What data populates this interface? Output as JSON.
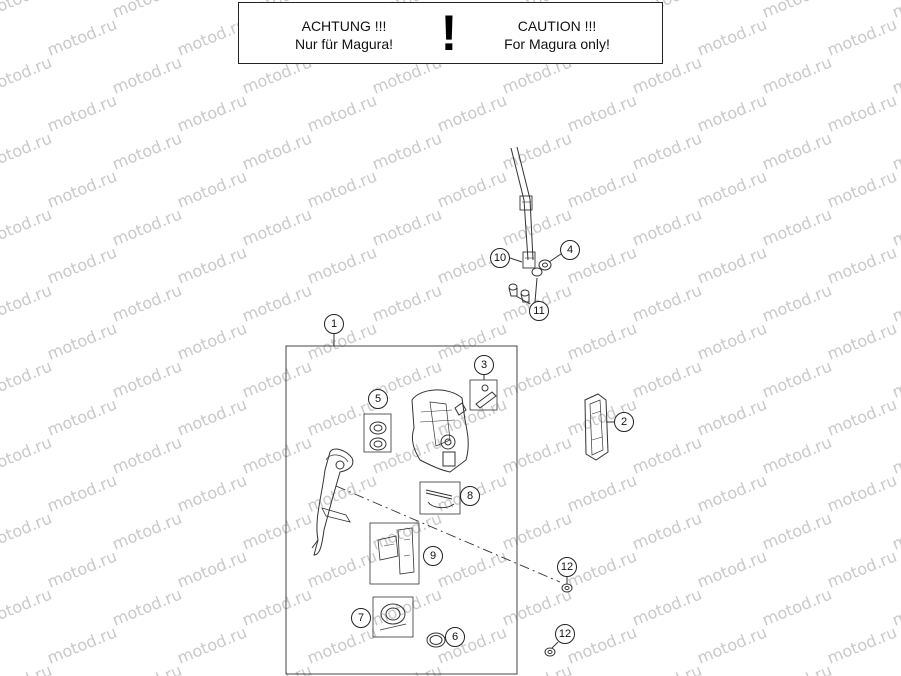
{
  "warning": {
    "de_title": "ACHTUNG !!!",
    "de_text": "Nur für Magura!",
    "symbol": "!",
    "en_title": "CAUTION !!!",
    "en_text": "For Magura only!"
  },
  "watermark": "motod.ru",
  "callouts": [
    {
      "id": "1",
      "label": "1"
    },
    {
      "id": "2",
      "label": "2"
    },
    {
      "id": "3",
      "label": "3"
    },
    {
      "id": "4",
      "label": "4"
    },
    {
      "id": "5",
      "label": "5"
    },
    {
      "id": "6",
      "label": "6"
    },
    {
      "id": "7",
      "label": "7"
    },
    {
      "id": "8",
      "label": "8"
    },
    {
      "id": "9",
      "label": "9"
    },
    {
      "id": "10",
      "label": "10"
    },
    {
      "id": "11",
      "label": "11"
    },
    {
      "id": "12a",
      "label": "12"
    },
    {
      "id": "12b",
      "label": "12"
    }
  ]
}
